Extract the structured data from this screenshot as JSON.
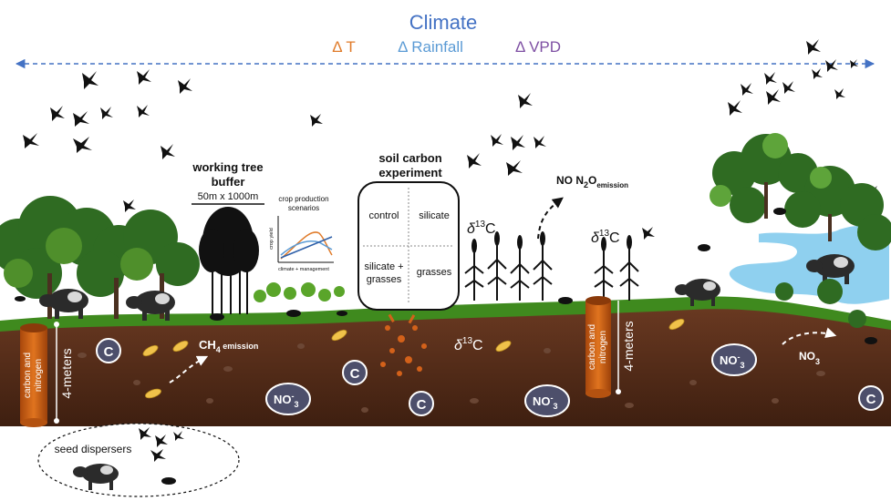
{
  "climate": {
    "title": "Climate",
    "drivers": [
      {
        "label": "Δ T",
        "color": "#e07b2a"
      },
      {
        "label": "Δ Rainfall",
        "color": "#5b9bd5"
      },
      {
        "label": "Δ VPD",
        "color": "#7e4fa3"
      }
    ],
    "title_color": "#4472c4"
  },
  "buffer": {
    "title_line1": "working tree",
    "title_line2": "buffer",
    "size": "50m x 1000m"
  },
  "crop_chart": {
    "title_line1": "crop production",
    "title_line2": "scenarios",
    "ylabel": "crop yield",
    "xlabel": "climate + management"
  },
  "experiment": {
    "title_line1": "soil carbon",
    "title_line2": "experiment",
    "cells": {
      "top_left": "control",
      "top_right": "silicate",
      "bottom_left_line1": "silicate +",
      "bottom_left_line2": "grasses",
      "bottom_right": "grasses"
    }
  },
  "labels": {
    "no_n2o": "NO N",
    "no_n2o_sub": "2",
    "no_n2o_o": "O",
    "no_n2o_tail": "emission",
    "ch4": "CH",
    "ch4_sub": "4",
    "ch4_tail": " emission",
    "delta13c": "δ",
    "delta13c_sup": "13",
    "delta13c_tail": "C",
    "carbon_nitrogen_line1": "carbon and",
    "carbon_nitrogen_line2": "nitrogen",
    "depth": "4-meters",
    "carbon_symbol": "C",
    "nitrate": "NO",
    "nitrate_sup": "-",
    "nitrate_sub": "3",
    "seed_dispersers": "seed dispersers"
  },
  "colors": {
    "soil": "#5a2e1a",
    "grass": "#3f8a1e",
    "core": "#c65a12",
    "water": "#8fd0ef",
    "nodule": "#4d4f6b"
  }
}
